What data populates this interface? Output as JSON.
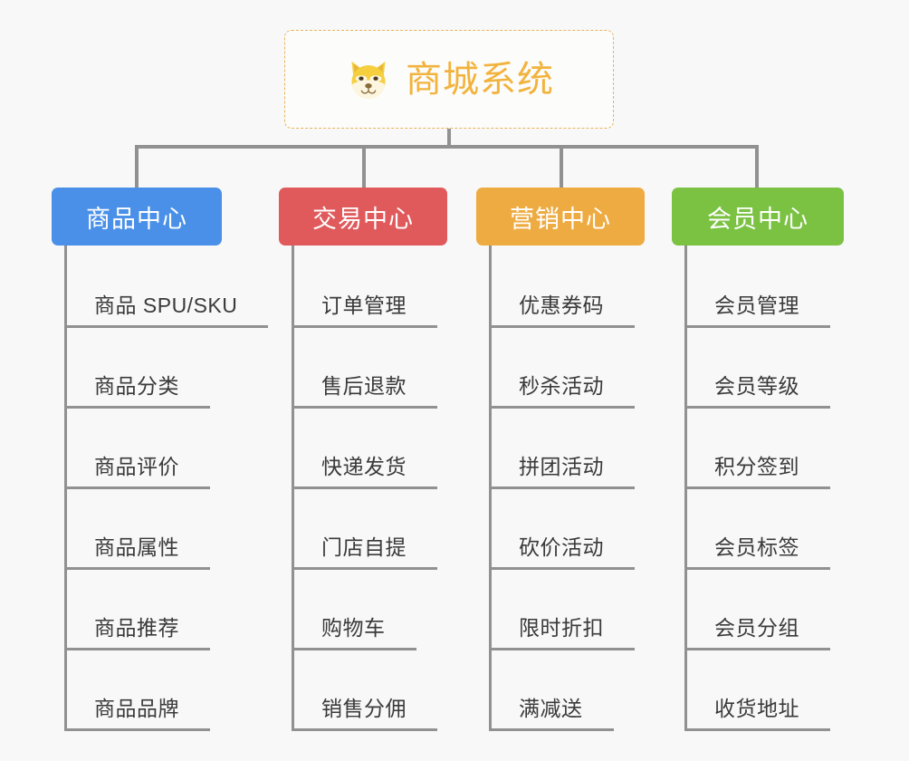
{
  "root": {
    "title": "商城系统",
    "emoji_name": "shiba-dog-face",
    "accent_color": "#f2b33d",
    "border_color": "#e8b45c"
  },
  "connector_color": "#919191",
  "background_color": "#f8f8f8",
  "branches": [
    {
      "label": "商品中心",
      "color": "#4a90e8",
      "items": [
        "商品 SPU/SKU",
        "商品分类",
        "商品评价",
        "商品属性",
        "商品推荐",
        "商品品牌"
      ]
    },
    {
      "label": "交易中心",
      "color": "#e05a5c",
      "items": [
        "订单管理",
        "售后退款",
        "快递发货",
        "门店自提",
        "购物车",
        "销售分佣"
      ]
    },
    {
      "label": "营销中心",
      "color": "#edab41",
      "items": [
        "优惠券码",
        "秒杀活动",
        "拼团活动",
        "砍价活动",
        "限时折扣",
        "满减送"
      ]
    },
    {
      "label": "会员中心",
      "color": "#7bc243",
      "items": [
        "会员管理",
        "会员等级",
        "积分签到",
        "会员标签",
        "会员分组",
        "收货地址"
      ]
    }
  ]
}
